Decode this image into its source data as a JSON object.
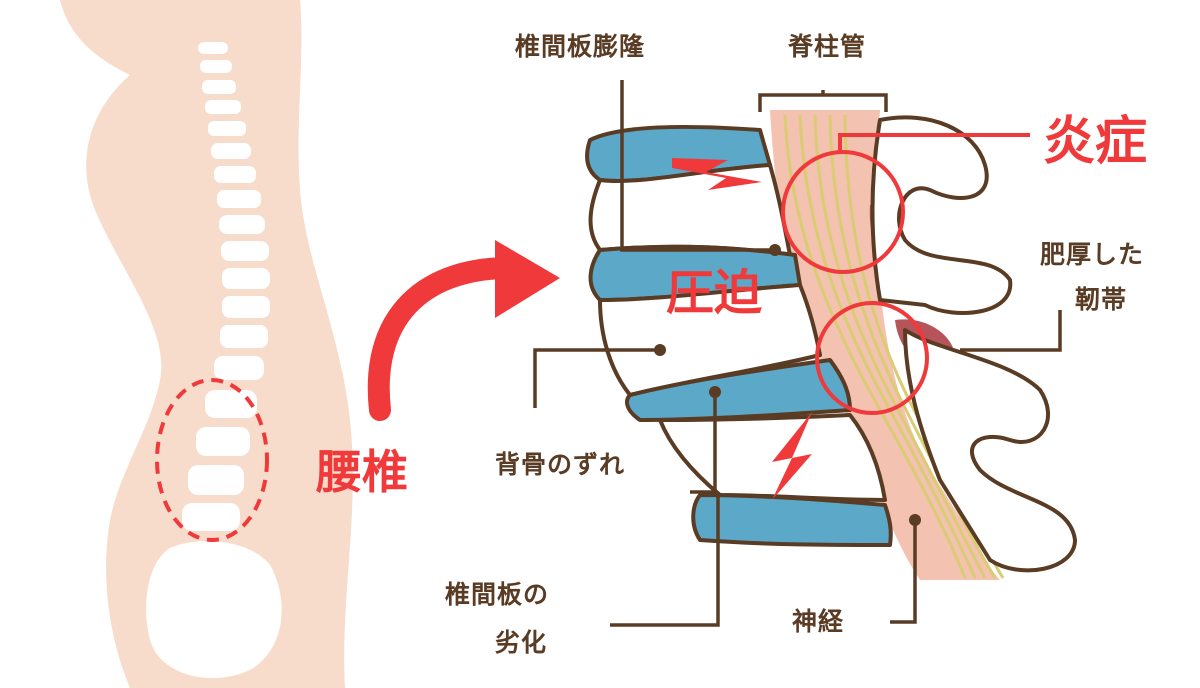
{
  "labels": {
    "disc_bulge": "椎間板膨隆",
    "spinal_canal": "脊柱管",
    "inflammation": "炎症",
    "thickened_ligament_line1": "肥厚した",
    "thickened_ligament_line2": "靭帯",
    "compression": "圧迫",
    "lumbar": "腰椎",
    "vertebra_slip": "背骨のずれ",
    "disc_degeneration_line1": "椎間板の",
    "disc_degeneration_line2": "劣化",
    "nerve": "神経"
  },
  "colors": {
    "skin": "#f8dccb",
    "outline": "#5a3b24",
    "disc_blue": "#5ca8c8",
    "accent_red": "#f0393a",
    "ligament": "#b5545a",
    "nerve": "#d9cc72",
    "canal": "#f4c2b0"
  },
  "icons": [
    "body-silhouette",
    "spine",
    "curved-arrow",
    "lightning-bolt"
  ]
}
